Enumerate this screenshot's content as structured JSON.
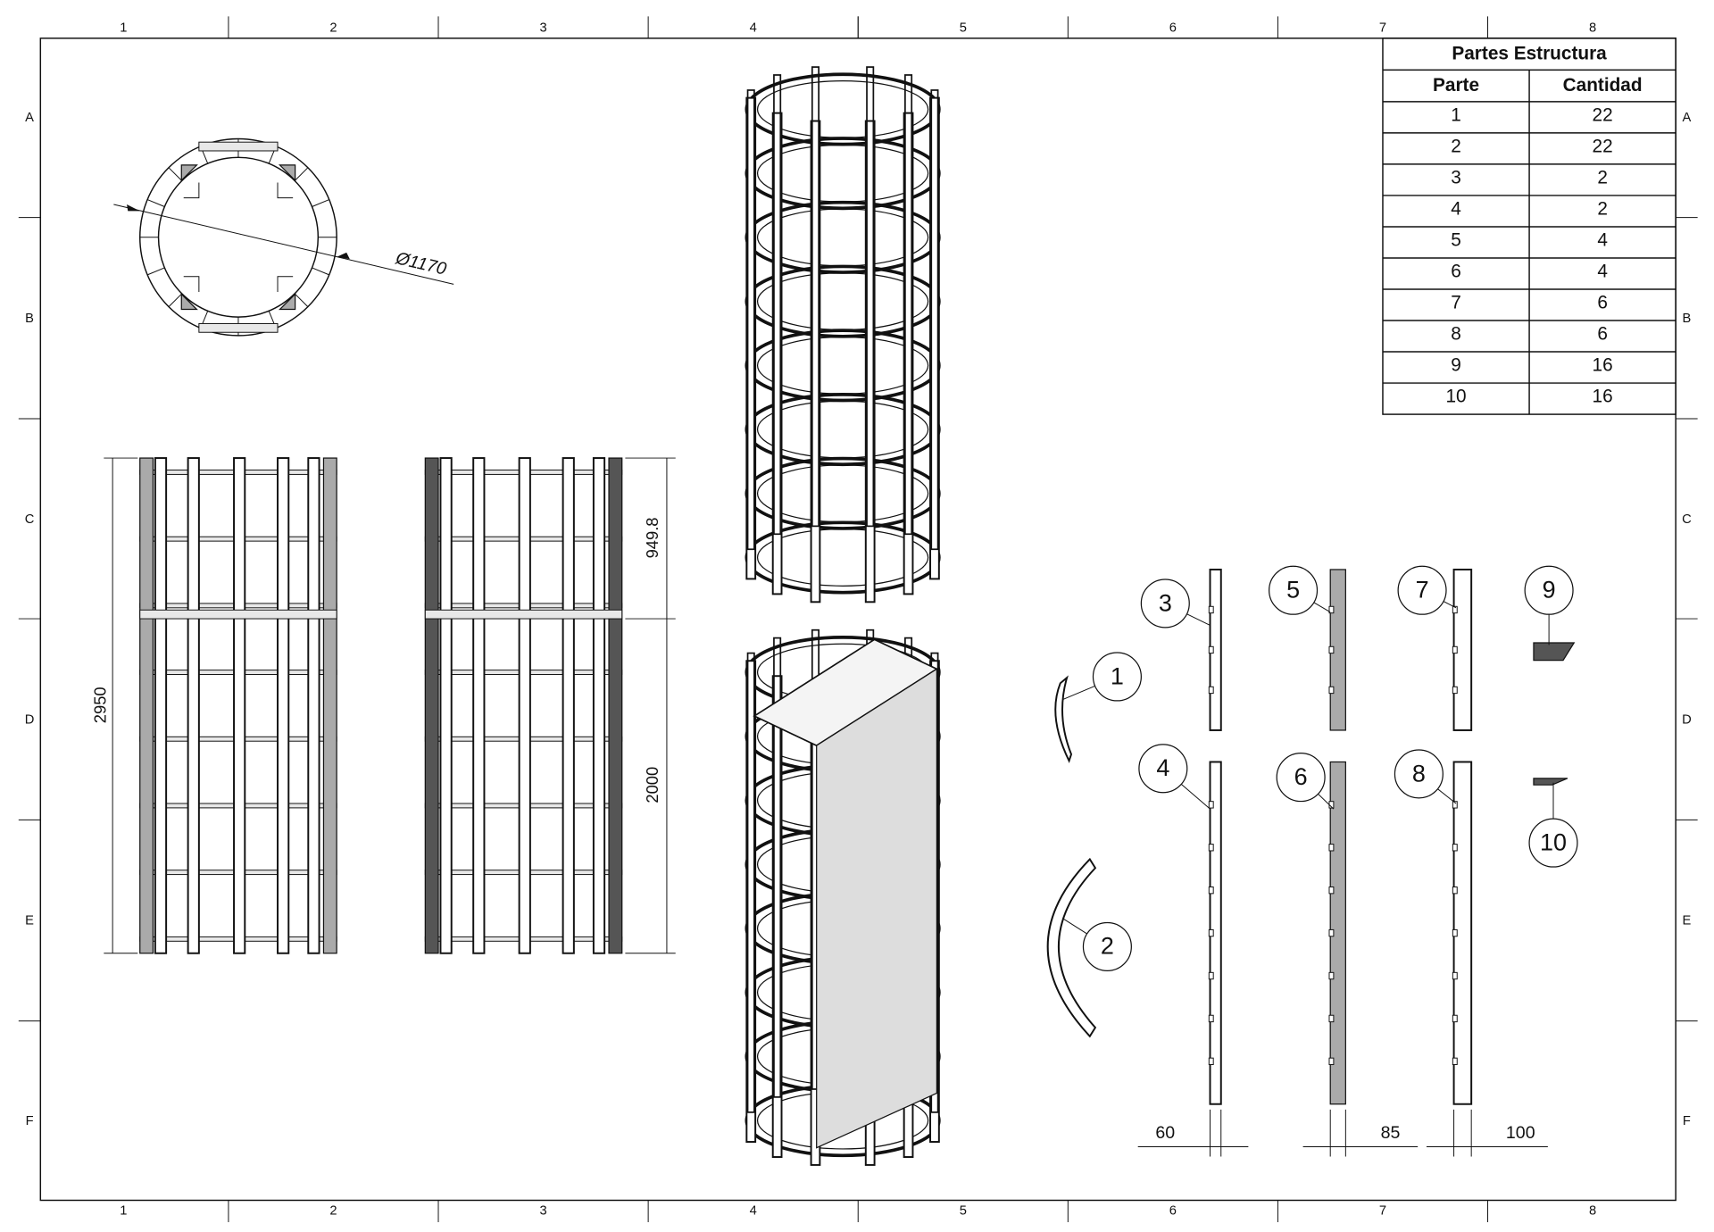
{
  "sheet": {
    "column_labels": [
      "1",
      "2",
      "3",
      "4",
      "5",
      "6",
      "7",
      "8"
    ],
    "row_labels": [
      "A",
      "B",
      "C",
      "D",
      "E",
      "F"
    ]
  },
  "table": {
    "title": "Partes Estructura",
    "headers": [
      "Parte",
      "Cantidad"
    ],
    "rows": [
      [
        "1",
        "22"
      ],
      [
        "2",
        "22"
      ],
      [
        "3",
        "2"
      ],
      [
        "4",
        "2"
      ],
      [
        "5",
        "4"
      ],
      [
        "6",
        "4"
      ],
      [
        "7",
        "6"
      ],
      [
        "8",
        "6"
      ],
      [
        "9",
        "16"
      ],
      [
        "10",
        "16"
      ]
    ]
  },
  "dimensions": {
    "diameter": "Ø1170",
    "overall_height": "2950",
    "upper_height": "949.8",
    "lower_height": "2000",
    "width_60": "60",
    "width_85": "85",
    "width_100": "100"
  },
  "balloons": [
    "1",
    "2",
    "3",
    "4",
    "5",
    "6",
    "7",
    "8",
    "9",
    "10"
  ]
}
